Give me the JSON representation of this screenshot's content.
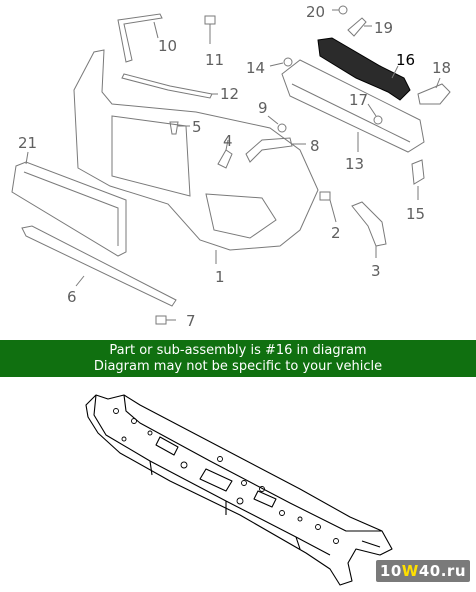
{
  "diagram": {
    "callouts": [
      {
        "id": "1",
        "label": "1"
      },
      {
        "id": "2",
        "label": "2"
      },
      {
        "id": "3",
        "label": "3"
      },
      {
        "id": "4",
        "label": "4"
      },
      {
        "id": "5",
        "label": "5"
      },
      {
        "id": "6",
        "label": "6"
      },
      {
        "id": "7",
        "label": "7"
      },
      {
        "id": "8",
        "label": "8"
      },
      {
        "id": "9",
        "label": "9"
      },
      {
        "id": "10",
        "label": "10"
      },
      {
        "id": "11",
        "label": "11"
      },
      {
        "id": "12",
        "label": "12"
      },
      {
        "id": "13",
        "label": "13"
      },
      {
        "id": "14",
        "label": "14"
      },
      {
        "id": "15",
        "label": "15"
      },
      {
        "id": "16",
        "label": "16"
      },
      {
        "id": "17",
        "label": "17"
      },
      {
        "id": "18",
        "label": "18"
      },
      {
        "id": "19",
        "label": "19"
      },
      {
        "id": "20",
        "label": "20"
      },
      {
        "id": "21",
        "label": "21"
      }
    ],
    "highlighted_part": "16",
    "highlight_color": "#000000"
  },
  "banner": {
    "line1": "Part or sub-assembly is #16 in diagram",
    "line2": "Diagram may not be specific to your vehicle",
    "background": "#107010"
  },
  "watermark": {
    "prefix": "10",
    "accent": "W",
    "suffix": "40.ru"
  }
}
